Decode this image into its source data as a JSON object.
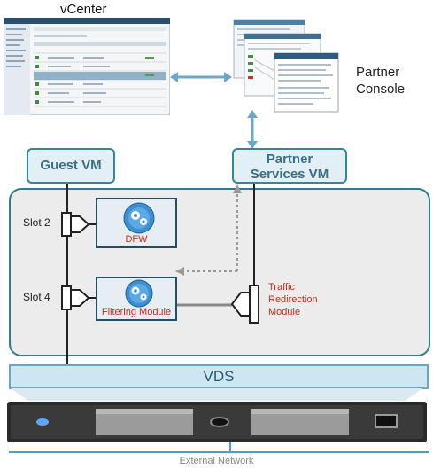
{
  "top": {
    "vcenter_label": "vCenter",
    "partner_console_line1": "Partner",
    "partner_console_line2": "Console"
  },
  "vms": {
    "guest_vm": "Guest VM",
    "partner_services_line1": "Partner",
    "partner_services_line2": "Services VM"
  },
  "slots": {
    "slot2": "Slot 2",
    "slot4": "Slot 4"
  },
  "modules": {
    "dfw": "DFW",
    "filtering": "Filtering Module",
    "traffic_line1": "Traffic",
    "traffic_line2": "Redirection",
    "traffic_line3": "Module"
  },
  "vds_label": "VDS",
  "external_network": "External Network",
  "colors": {
    "vm_border": "#2b8a9c",
    "module_label": "#cc2a1a",
    "vds_fill": "#cde6f2",
    "server_body": "#2a2a2a"
  }
}
